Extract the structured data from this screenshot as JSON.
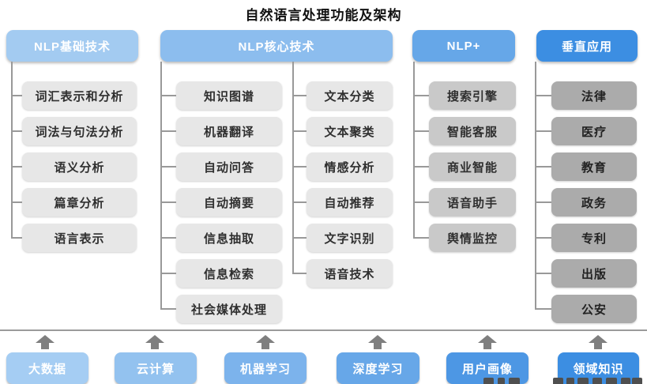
{
  "title": "自然语言处理功能及架构",
  "columns": [
    {
      "header": "NLP基础技术",
      "items": [
        "词汇表示和分析",
        "词法与句法分析",
        "语义分析",
        "篇章分析",
        "语言表示"
      ]
    },
    {
      "header": "NLP核心技术",
      "items_left": [
        "知识图谱",
        "机器翻译",
        "自动问答",
        "自动摘要",
        "信息抽取",
        "信息检索",
        "社会媒体处理"
      ],
      "items_right": [
        "文本分类",
        "文本聚类",
        "情感分析",
        "自动推荐",
        "文字识别",
        "语音技术"
      ]
    },
    {
      "header": "NLP+",
      "items": [
        "搜索引擎",
        "智能客服",
        "商业智能",
        "语音助手",
        "舆情监控"
      ]
    },
    {
      "header": "垂直应用",
      "items": [
        "法律",
        "医疗",
        "教育",
        "政务",
        "专利",
        "出版",
        "公安"
      ]
    }
  ],
  "foundation": {
    "items": [
      "大数据",
      "云计算",
      "机器学习",
      "深度学习",
      "用户画像",
      "领域知识"
    ]
  },
  "colors": {
    "header_blues": [
      "#a3cbf1",
      "#8cbdee",
      "#66a7e8",
      "#3c8ee2"
    ],
    "item_grays": [
      "#e7e7e7",
      "#e7e7e7",
      "#c9c9c9",
      "#ababab"
    ],
    "foundation_blues": [
      "#a5cdf3",
      "#93c2ef",
      "#7cb3ec",
      "#67a7e8",
      "#4d97e4",
      "#3c8ee2"
    ],
    "connector_gray": "#999999",
    "arrow_gray": "#7f7f7f"
  }
}
